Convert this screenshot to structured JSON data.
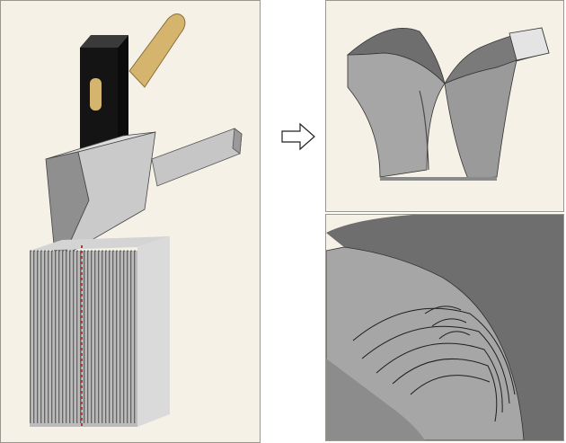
{
  "figure": {
    "panels": [
      {
        "id": "left",
        "depicts": "hammer-striking-wedge-into-laminated-block"
      },
      {
        "id": "top-right",
        "depicts": "split-block-result"
      },
      {
        "id": "bottom-right",
        "depicts": "close-up-of-fracture-surface"
      }
    ],
    "arrow": {
      "direction": "right"
    },
    "colors": {
      "panel_bg": "#f6f1e6",
      "panel_border": "#9a958d",
      "hammer_head": "#141414",
      "handle_wood": "#d5b46e",
      "wedge_light": "#c9c9c9",
      "wedge_shadow": "#8f8f8f",
      "block_face": "#c4c4c4",
      "block_side": "#d8d8d8",
      "crack_line": "#cc2f2f",
      "dark_surface": "#6e6e6e",
      "light_surface": "#a6a6a6"
    }
  }
}
